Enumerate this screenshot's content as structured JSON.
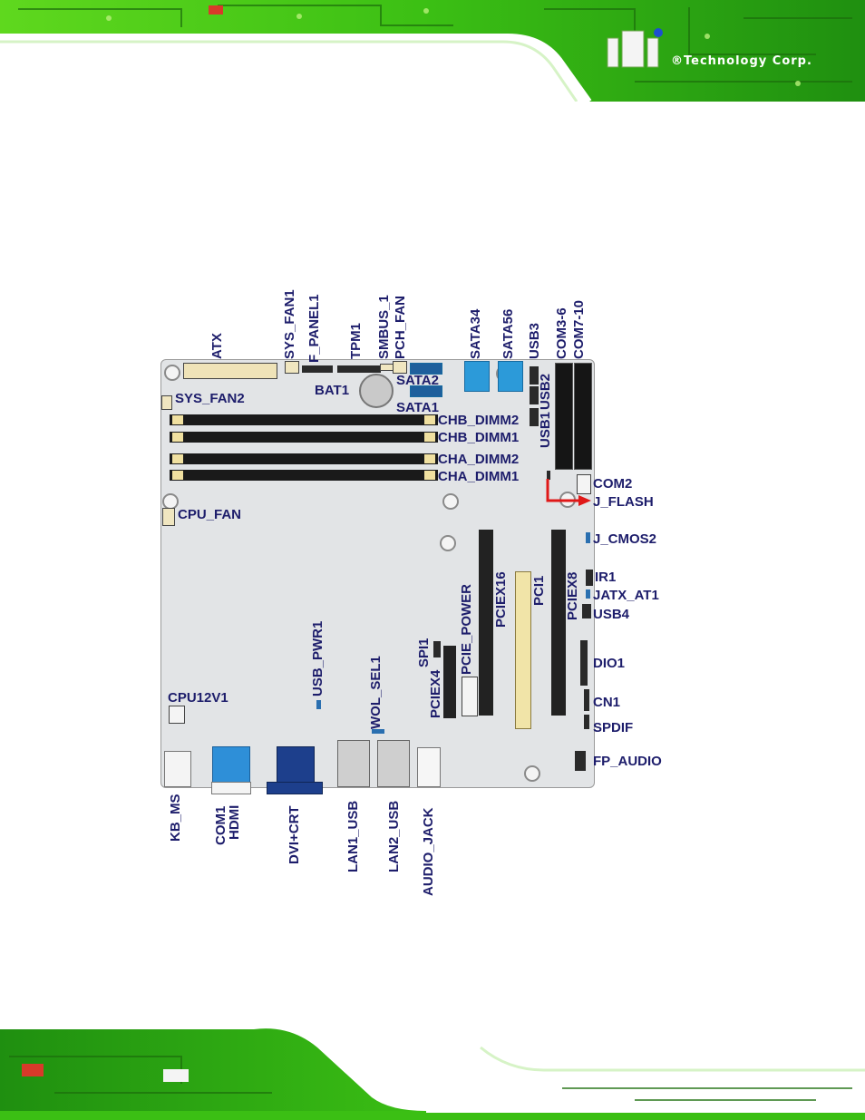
{
  "header": {
    "logo_text": "iEi",
    "company": "®Technology Corp."
  },
  "colors": {
    "board": "#e2e4e6",
    "label": "#1d1d6b",
    "pcb_green": "#3fbf1f",
    "accent_red": "#e01818"
  },
  "labels": {
    "atx": "ATX",
    "sys_fan1": "SYS_FAN1",
    "f_panel1": "F_PANEL1",
    "tpm1": "TPM1",
    "smbus_1": "SMBUS_1",
    "pch_fan": "PCH_FAN",
    "sata34": "SATA34",
    "sata56": "SATA56",
    "usb3": "USB3",
    "com3_6": "COM3-6",
    "com7_10": "COM7-10",
    "bat1": "BAT1",
    "sata2": "SATA2",
    "sata1": "SATA1",
    "sys_fan2": "SYS_FAN2",
    "usb2": "USB2",
    "usb1": "USB1",
    "chb_dimm2": "CHB_DIMM2",
    "chb_dimm1": "CHB_DIMM1",
    "cha_dimm2": "CHA_DIMM2",
    "cha_dimm1": "CHA_DIMM1",
    "com2": "COM2",
    "j_flash": "J_FLASH",
    "cpu_fan": "CPU_FAN",
    "j_cmos2": "J_CMOS2",
    "ir1": "IR1",
    "jatx_at1": "JATX_AT1",
    "usb4": "USB4",
    "pciex16": "PCIEX16",
    "pci1": "PCI1",
    "pciex8": "PCIEX8",
    "pcie_power": "PCIE_POWER",
    "spi1": "SPI1",
    "pciex4": "PCIEX4",
    "usb_pwr1": "USB_PWR1",
    "wol_sel1": "WOL_SEL1",
    "dio1": "DIO1",
    "cn1": "CN1",
    "spdif": "SPDIF",
    "fp_audio": "FP_AUDIO",
    "cpu12v1": "CPU12V1",
    "kb_ms": "KB_MS",
    "com1": "COM1",
    "hdmi": "HDMI",
    "dvi_crt": "DVI+CRT",
    "lan1_usb": "LAN1_USB",
    "lan2_usb": "LAN2_USB",
    "audio_jack": "AUDIO_JACK"
  }
}
